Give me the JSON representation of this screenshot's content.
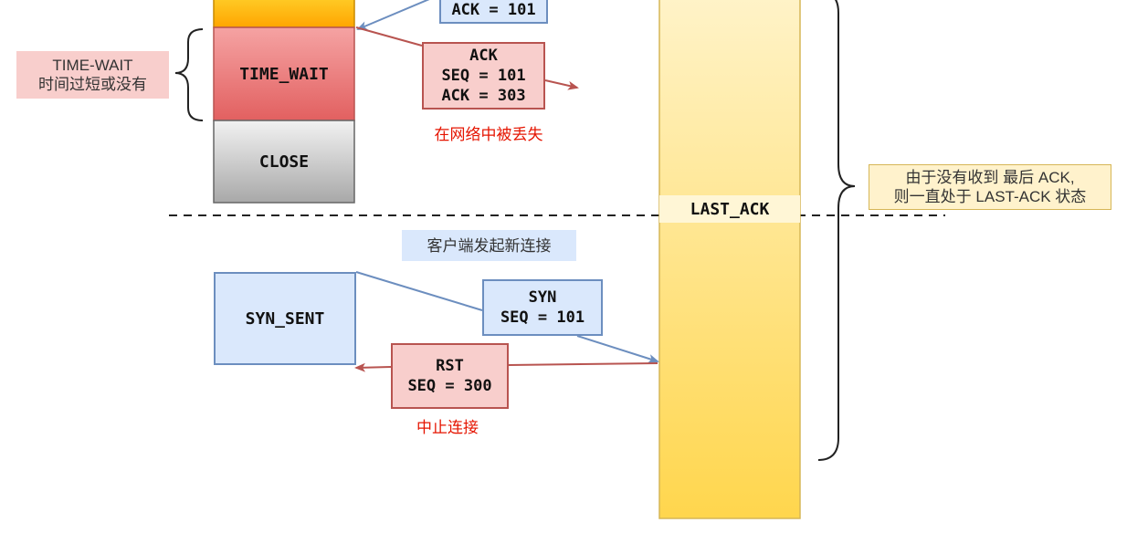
{
  "client": {
    "states": {
      "time_wait": "TIME_WAIT",
      "close": "CLOSE",
      "syn_sent": "SYN_SENT"
    }
  },
  "server": {
    "state": "LAST_ACK"
  },
  "messages": {
    "top_ack": "ACK = 101",
    "ack": {
      "line1": "ACK",
      "line2": "SEQ = 101",
      "line3": "ACK = 303"
    },
    "syn": {
      "line1": "SYN",
      "line2": "SEQ = 101"
    },
    "rst": {
      "line1": "RST",
      "line2": "SEQ = 300"
    }
  },
  "notes": {
    "time_wait_short": {
      "line1": "TIME-WAIT",
      "line2": "时间过短或没有"
    },
    "lost_in_network": "在网络中被丢失",
    "client_new_connection": "客户端发起新连接",
    "abort_connection": "中止连接",
    "stuck_last_ack": {
      "line1": "由于没有收到 最后 ACK,",
      "line2": "则一直处于 LAST-ACK 状态"
    }
  },
  "colors": {
    "blue_fill": "#dae8fc",
    "blue_stroke": "#6c8ebf",
    "red_fill": "#f8cecc",
    "red_stroke": "#b85450",
    "yellow_fill": "#fff2cc",
    "yellow_stroke": "#d6b656",
    "annotation_red": "#e51400"
  }
}
